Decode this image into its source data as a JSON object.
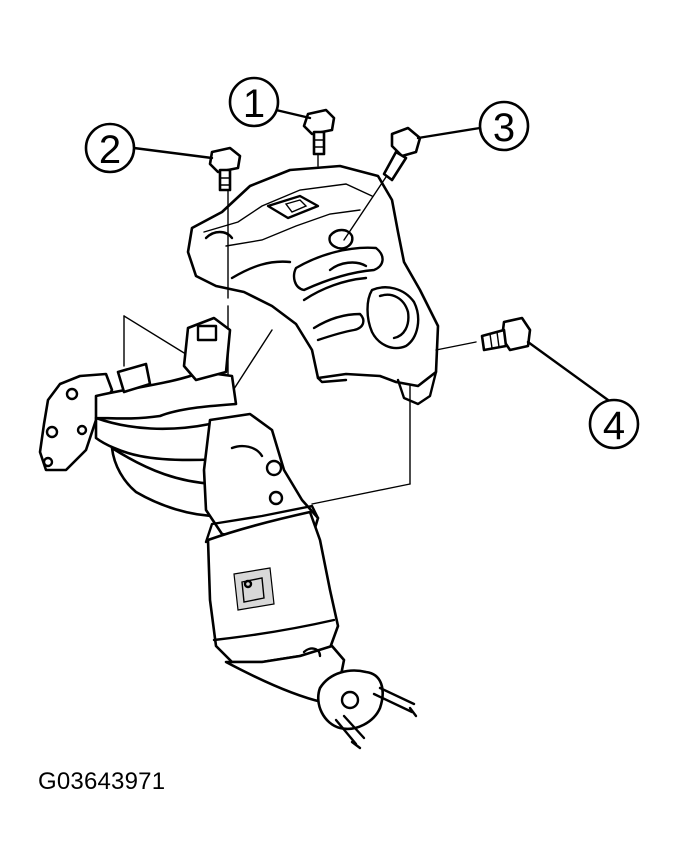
{
  "callouts": [
    {
      "number": "1"
    },
    {
      "number": "2"
    },
    {
      "number": "3"
    },
    {
      "number": "4"
    }
  ],
  "figure_code": "G03643971"
}
